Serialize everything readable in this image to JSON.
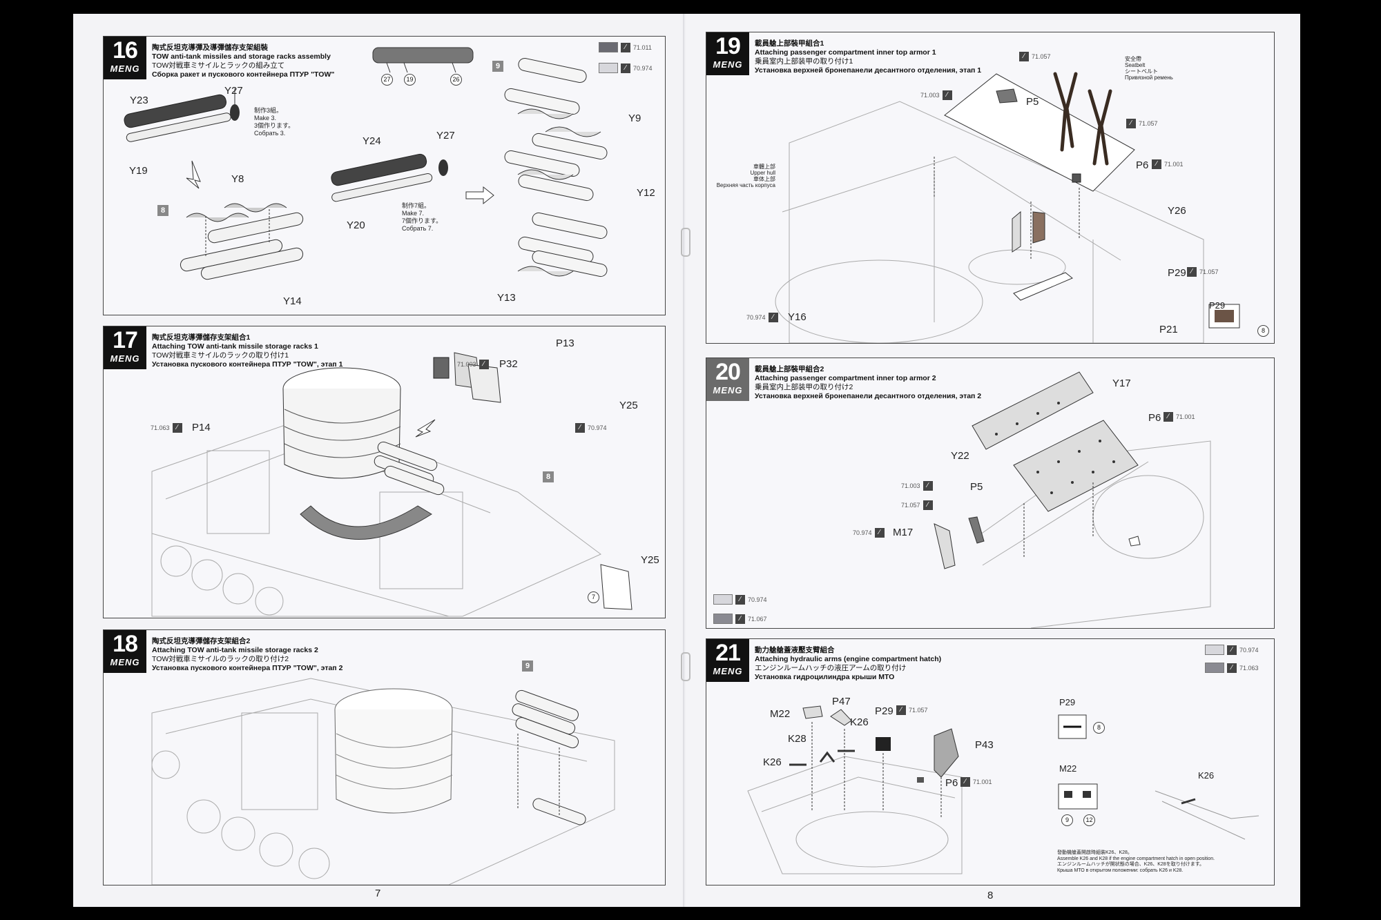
{
  "pages": {
    "left_number": "7",
    "right_number": "8"
  },
  "brand": "MENG",
  "paint_codes": {
    "dark": "71.011",
    "light": "70.974"
  },
  "steps": {
    "s16": {
      "number": "16",
      "title_zh": "陶式反坦克導彈及導彈儲存支架組裝",
      "title_en": "TOW anti-tank missiles and storage racks assembly",
      "title_ja": "TOW対戦車ミサイルとラックの組み立て",
      "title_ru": "Сборка ракет и пускового контейнера ПТУР \"TOW\"",
      "parts": [
        "Y23",
        "Y27",
        "Y19",
        "Y8",
        "Y14",
        "Y24",
        "Y27",
        "Y20",
        "Y9",
        "Y12",
        "Y13"
      ],
      "note_make3": [
        "制作3組。",
        "Make 3.",
        "3個作ります。",
        "Собрать 3."
      ],
      "note_make7": [
        "制作7組。",
        "Make 7.",
        "7個作ります。",
        "Собрать 7."
      ],
      "ref_8": "8",
      "ref_9": "9",
      "sprue_refs": [
        "27",
        "19",
        "26"
      ],
      "paint": [
        {
          "code": "71.011",
          "color": "#6a6a72"
        },
        {
          "code": "70.974",
          "color": "#d7d7dc"
        }
      ]
    },
    "s17": {
      "number": "17",
      "title_zh": "陶式反坦克導彈儲存支架組合1",
      "title_en": "Attaching TOW anti-tank missile storage racks 1",
      "title_ja": "TOW対戦車ミサイルのラックの取り付け1",
      "title_ru": "Установка пускового контейнера ПТУР \"TOW\", этап 1",
      "p32_paint": "71.003",
      "p32": "P32",
      "p13": "P13",
      "y25": "Y25",
      "y25_paint": "70.974",
      "p14_paint": "71.063",
      "p14": "P14",
      "ref_8": "8",
      "y25_detail": "Y25",
      "detail_ref": "7"
    },
    "s18": {
      "number": "18",
      "title_zh": "陶式反坦克導彈儲存支架組合2",
      "title_en": "Attaching TOW anti-tank missile storage racks 2",
      "title_ja": "TOW対戦車ミサイルのラックの取り付け2",
      "title_ru": "Установка пускового контейнера ПТУР \"TOW\", этап 2",
      "ref_9": "9"
    },
    "s19": {
      "number": "19",
      "title_zh": "載員艙上部裝甲組合1",
      "title_en": "Attaching passenger compartment inner top armor 1",
      "title_ja": "乗員室内上部装甲の取り付け1",
      "title_ru": "Установка верхней бронепанели десантного отделения, этап 1",
      "top_paint": "71.057",
      "seatbelt": [
        "安全帶",
        "Seatbelt",
        "シートベルト",
        "Привязной ремень"
      ],
      "p5_paint": "71.003",
      "p5": "P5",
      "belt_paint": "71.057",
      "upper_hull": [
        "車體上部",
        "Upper hull",
        "車体上部",
        "Верхняя часть корпуса"
      ],
      "p6": "P6",
      "p6_paint": "71.001",
      "y26": "Y26",
      "p29": "P29",
      "p29_paint": "71.057",
      "y16_paint": "70.974",
      "y16": "Y16",
      "p21": "P21",
      "detail_label": "P29",
      "detail_ref": "8"
    },
    "s20": {
      "number": "20",
      "title_zh": "載員艙上部裝甲組合2",
      "title_en": "Attaching passenger compartment inner top armor 2",
      "title_ja": "乗員室内上部装甲の取り付け2",
      "title_ru": "Установка верхней бронепанели десантного отделения, этап 2",
      "y17": "Y17",
      "p6": "P6",
      "p6_paint": "71.001",
      "y22": "Y22",
      "p5": "P5",
      "paint_a": "71.003",
      "paint_b": "71.057",
      "m17_paint": "70.974",
      "m17": "M17",
      "paint": [
        {
          "code": "70.974",
          "color": "#d7d7dc"
        },
        {
          "code": "71.067",
          "color": "#8a8a92"
        }
      ]
    },
    "s21": {
      "number": "21",
      "title_zh": "動力艙艙蓋液壓支臂組合",
      "title_en": "Attaching hydraulic arms (engine compartment hatch)",
      "title_ja": "エンジンルームハッチの液圧アームの取り付け",
      "title_ru": "Установка гидроцилиндра крыши МТО",
      "paint": [
        {
          "code": "70.974",
          "color": "#d7d7dc"
        },
        {
          "code": "71.063",
          "color": "#8a8a92"
        }
      ],
      "m22": "M22",
      "p47": "P47",
      "p29": "P29",
      "p29_paint": "71.057",
      "k26a": "K26",
      "k28": "K28",
      "k26b": "K26",
      "p43": "P43",
      "p6": "P6",
      "p6_paint": "71.001",
      "detail_p29": "P29",
      "detail_p29_ref": "8",
      "detail_m22": "M22",
      "detail_m22_refs": [
        "9",
        "12"
      ],
      "detail_k26": "K26",
      "note": [
        "發動機艙蓋開啟時組裝K26、K28。",
        "Assemble K26 and K28 if the engine compartment hatch in open position.",
        "エンジンルームハッチが開状態の場合、K26、K28を取り付けます。",
        "Крыша МТО в открытом положении: собрать K26 и K28."
      ]
    }
  }
}
